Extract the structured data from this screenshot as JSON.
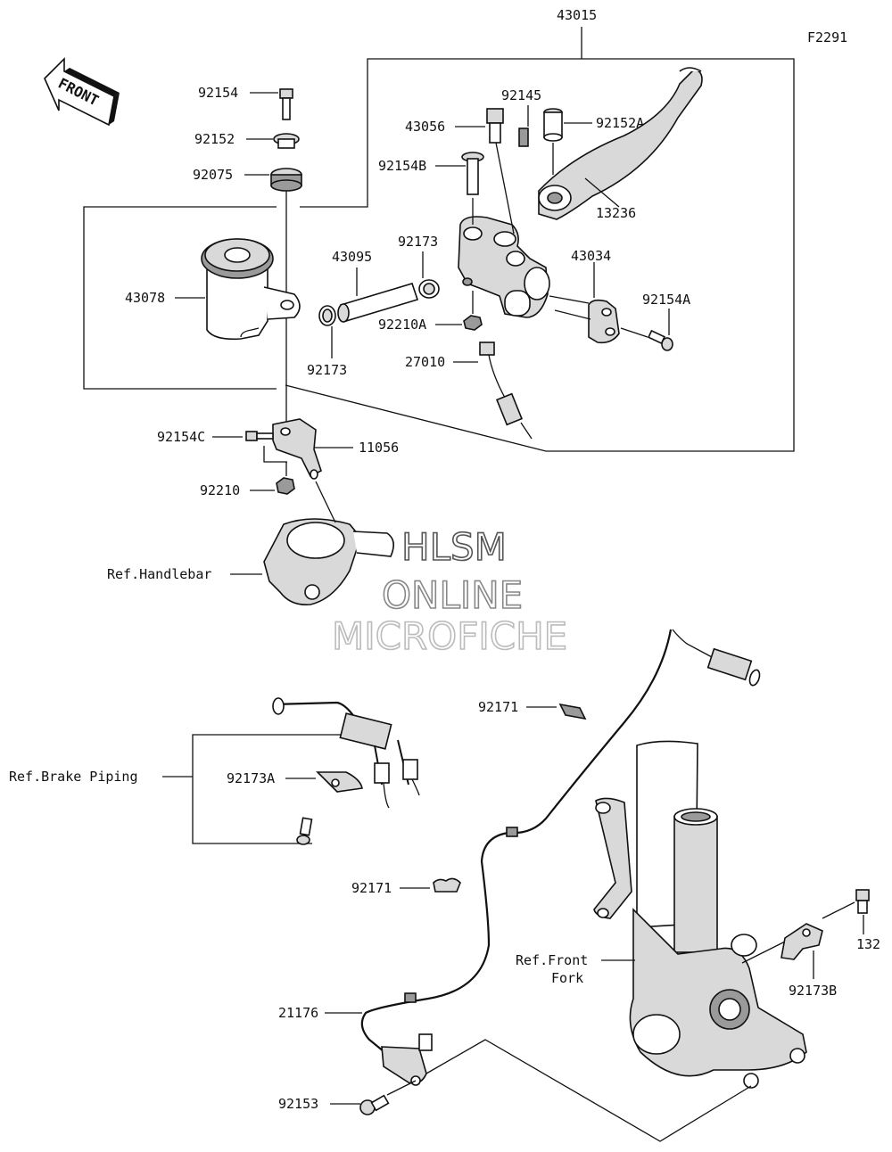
{
  "figure_code": "F2291",
  "front_label": "FRONT",
  "watermark": [
    "HLSM",
    "ONLINE",
    "MICROFICHE"
  ],
  "labels": {
    "p43015": "43015",
    "p92154": "92154",
    "p92152": "92152",
    "p92075": "92075",
    "p43078": "43078",
    "p43095": "43095",
    "p92173": "92173",
    "p92173_2": "92173",
    "p92145": "92145",
    "p43056": "43056",
    "p92152A": "92152A",
    "p92154B": "92154B",
    "p13236": "13236",
    "p43034": "43034",
    "p92154A": "92154A",
    "p92210A": "92210A",
    "p27010": "27010",
    "p92154C": "92154C",
    "p11056": "11056",
    "p92210": "92210",
    "ref_handlebar": "Ref.Handlebar",
    "p92171": "92171",
    "p92171_2": "92171",
    "ref_brake_piping": "Ref.Brake Piping",
    "p92173A": "92173A",
    "ref_front_fork_1": "Ref.Front",
    "ref_front_fork_2": "Fork",
    "p132": "132",
    "p92173B": "92173B",
    "p21176": "21176",
    "p92153": "92153"
  }
}
